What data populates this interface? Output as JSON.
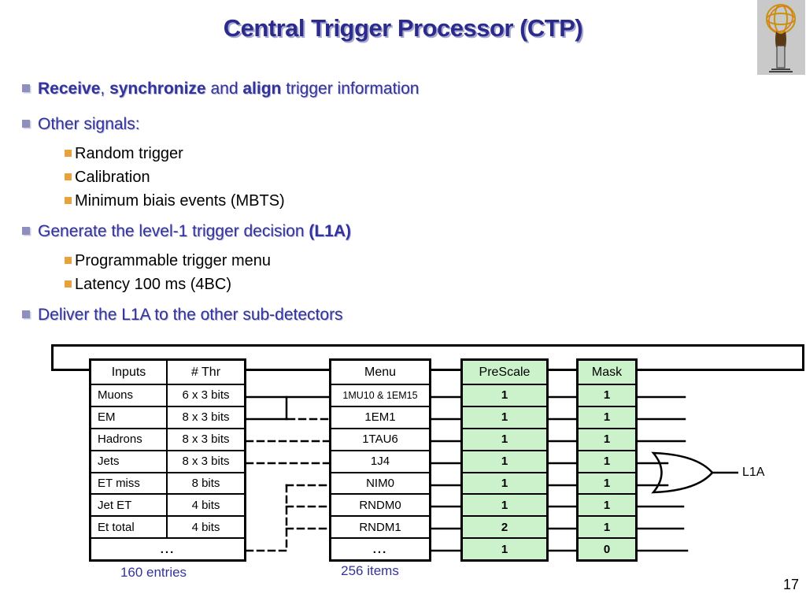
{
  "title": "Central Trigger Processor (CTP)",
  "page_number": "17",
  "colors": {
    "accent_blue": "#333399",
    "title_blue": "#2b2b8c",
    "bullet_square_blue": "#8f8fbe",
    "bullet_square_orange": "#e8a23c",
    "table_green": "#ccf2cc"
  },
  "bullets": [
    {
      "level": 1,
      "parts": [
        {
          "t": "Receive",
          "b": true
        },
        {
          "t": ", "
        },
        {
          "t": "synchronize",
          "b": true
        },
        {
          "t": " and "
        },
        {
          "t": "align",
          "b": true
        },
        {
          "t": " trigger information"
        }
      ]
    },
    {
      "level": 1,
      "parts": [
        {
          "t": "Other signals:"
        }
      ]
    },
    {
      "level": 2,
      "parts": [
        {
          "t": "Random trigger"
        }
      ]
    },
    {
      "level": 2,
      "parts": [
        {
          "t": "Calibration"
        }
      ]
    },
    {
      "level": 2,
      "parts": [
        {
          "t": "Minimum biais events (MBTS)"
        }
      ]
    },
    {
      "level": 1,
      "parts": [
        {
          "t": "Generate the level-1 trigger decision "
        },
        {
          "t": "(L1A)",
          "b": true
        }
      ]
    },
    {
      "level": 2,
      "parts": [
        {
          "t": "Programmable trigger menu"
        }
      ]
    },
    {
      "level": 2,
      "parts": [
        {
          "t": "Latency 100 ms (4BC)"
        }
      ]
    },
    {
      "level": 1,
      "parts": [
        {
          "t": "Deliver the L1A to the other sub-detectors"
        }
      ]
    }
  ],
  "diagram": {
    "tables": {
      "inputs": {
        "headers": [
          "Inputs",
          "# Thr"
        ],
        "rows": [
          [
            "Muons",
            "6 x 3 bits"
          ],
          [
            "EM",
            "8 x 3 bits"
          ],
          [
            "Hadrons",
            "8 x 3 bits"
          ],
          [
            "Jets",
            "8 x 3 bits"
          ],
          [
            "ET miss",
            "8 bits"
          ],
          [
            "Jet ET",
            "4 bits"
          ],
          [
            "Et total",
            "4 bits"
          ],
          [
            "..."
          ]
        ],
        "caption": "160 entries"
      },
      "menu": {
        "headers": [
          "Menu"
        ],
        "rows": [
          [
            "1MU10 & 1EM15"
          ],
          [
            "1EM1"
          ],
          [
            "1TAU6"
          ],
          [
            "1J4"
          ],
          [
            "NIM0"
          ],
          [
            "RNDM0"
          ],
          [
            "RNDM1"
          ],
          [
            "..."
          ]
        ],
        "caption": "256 items"
      },
      "prescale": {
        "headers": [
          "PreScale"
        ],
        "rows": [
          [
            "1"
          ],
          [
            "1"
          ],
          [
            "1"
          ],
          [
            "1"
          ],
          [
            "1"
          ],
          [
            "1"
          ],
          [
            "2"
          ],
          [
            "1"
          ]
        ]
      },
      "mask": {
        "headers": [
          "Mask"
        ],
        "rows": [
          [
            "1"
          ],
          [
            "1"
          ],
          [
            "1"
          ],
          [
            "1"
          ],
          [
            "1"
          ],
          [
            "1"
          ],
          [
            "1"
          ],
          [
            "0"
          ]
        ]
      }
    },
    "or_gate_output_label": "L1A"
  }
}
